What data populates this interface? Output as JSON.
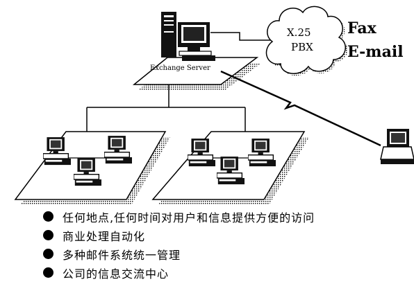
{
  "server": {
    "label": "Exchange Server"
  },
  "cloud": {
    "line1": "X.25",
    "line2": "PBX"
  },
  "services": {
    "fax": "Fax",
    "email": "E-mail"
  },
  "features": [
    "任何地点,任何时间对用户和信息提供方便的访问",
    "商业处理自动化",
    "多种邮件系统统一管理",
    "公司的信息交流中心"
  ]
}
